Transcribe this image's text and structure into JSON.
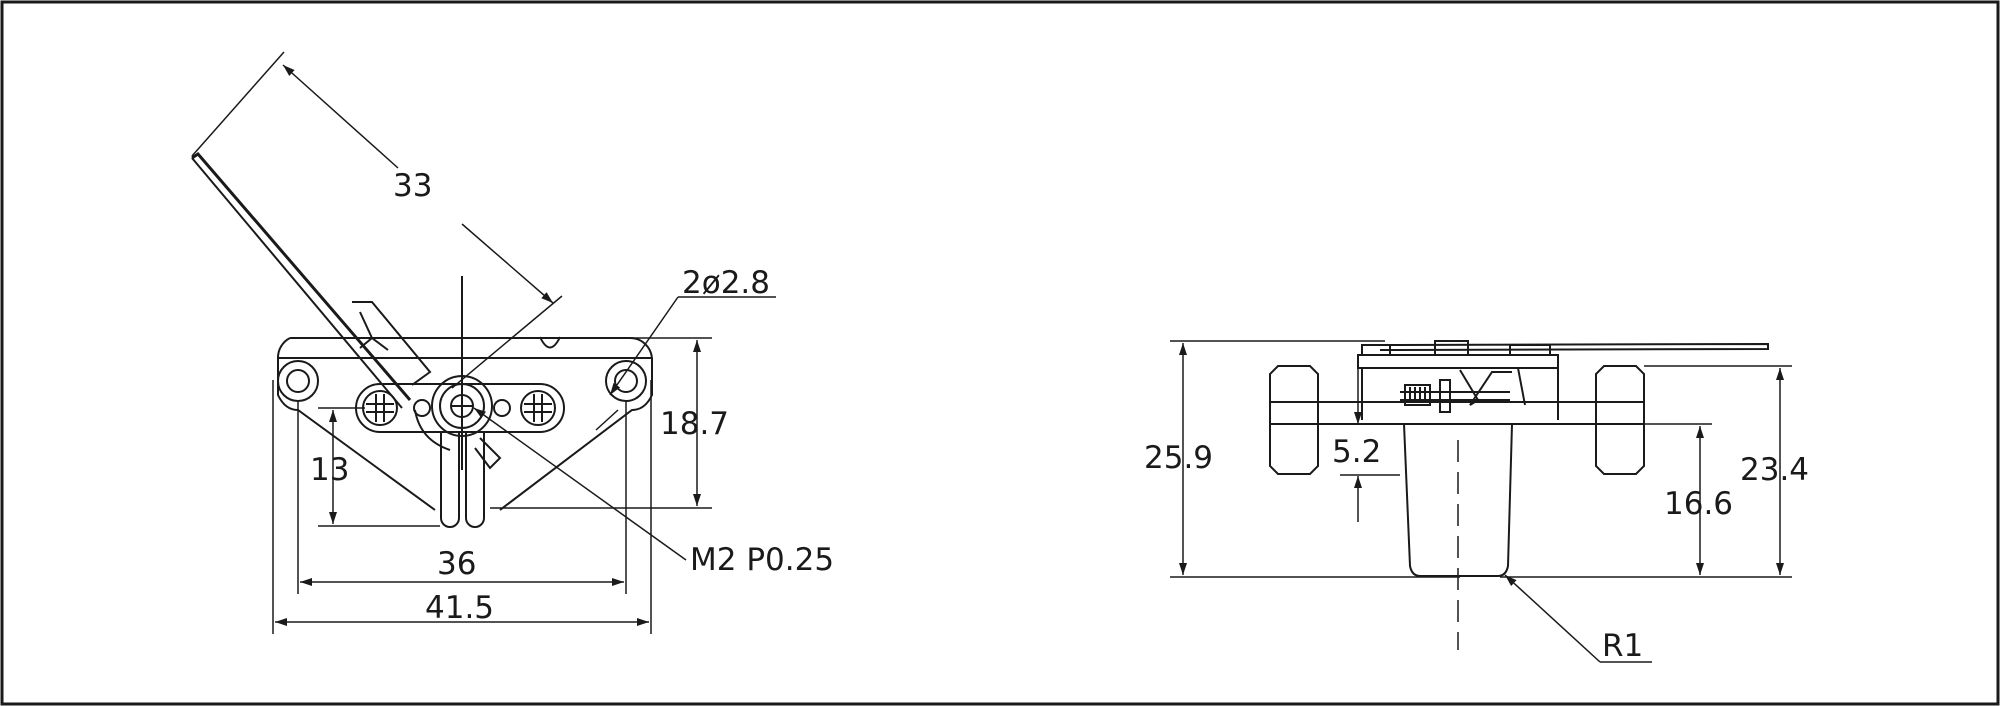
{
  "drawing": {
    "views": {
      "front": {
        "dimensions": {
          "lever_length": "33",
          "hole_spec": "2ø2.8",
          "height": "18.7",
          "offset": "13",
          "hole_spacing": "36",
          "overall_width": "41.5",
          "thread_spec": "M2  P0.25"
        }
      },
      "side": {
        "dimensions": {
          "overall_height": "25.9",
          "step": "5.2",
          "body_height": "16.6",
          "mount_height": "23.4",
          "radius": "R1"
        }
      }
    }
  }
}
